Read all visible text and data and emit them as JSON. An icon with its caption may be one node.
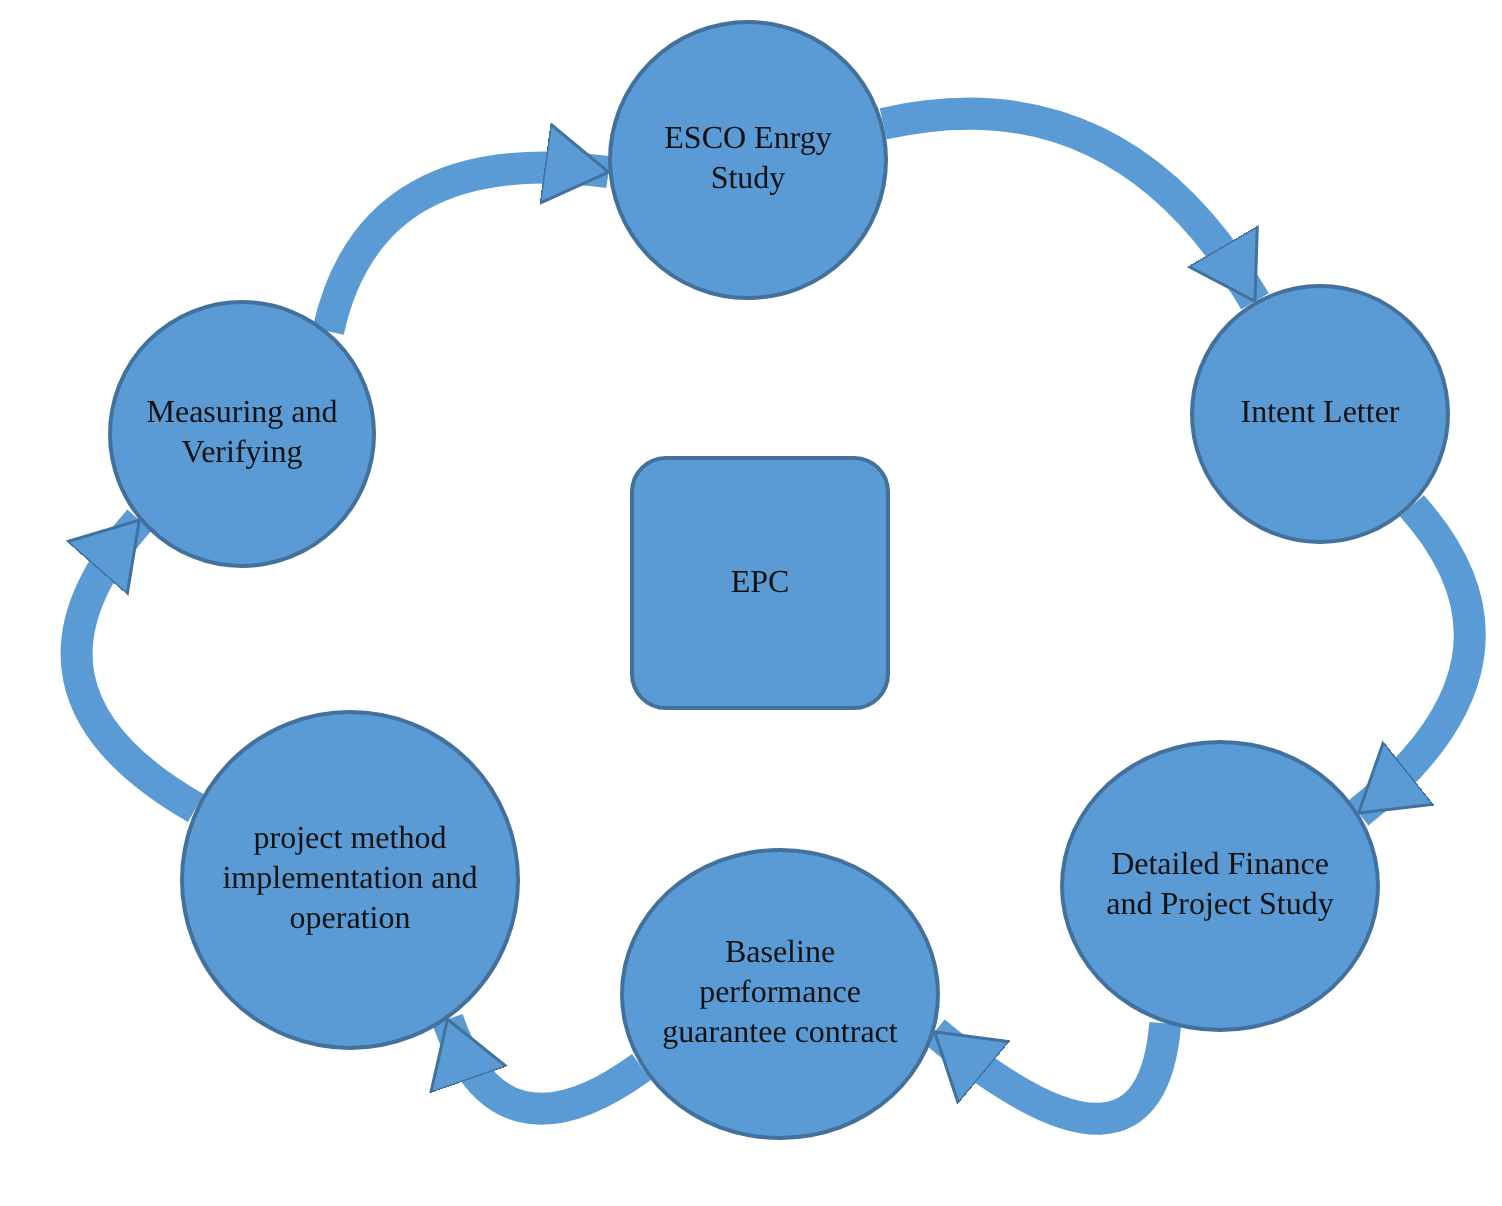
{
  "diagram": {
    "nodes": [
      {
        "text": [
          "ESCO Enrgy Study"
        ]
      },
      {
        "text": [
          "Intent Letter"
        ]
      },
      {
        "text": [
          "Measuring and Verifying"
        ]
      },
      {
        "text": [
          "EPC"
        ]
      },
      {
        "text": [
          "project method implementation and operation"
        ]
      },
      {
        "text": [
          "Detailed Finance and Project Study"
        ]
      },
      {
        "text": [
          "Baseline performance guarantee contract"
        ]
      }
    ],
    "edges": [
      {
        "from": 0,
        "to": 1,
        "arrow": "to"
      },
      {
        "from": 1,
        "to": 5,
        "arrow": "to"
      },
      {
        "from": 5,
        "to": 6,
        "arrow": "to"
      },
      {
        "from": 6,
        "to": 4,
        "arrow": "to"
      },
      {
        "from": 4,
        "to": 2,
        "arrow": "to"
      },
      {
        "from": 2,
        "to": 0,
        "arrow": "to"
      }
    ]
  }
}
